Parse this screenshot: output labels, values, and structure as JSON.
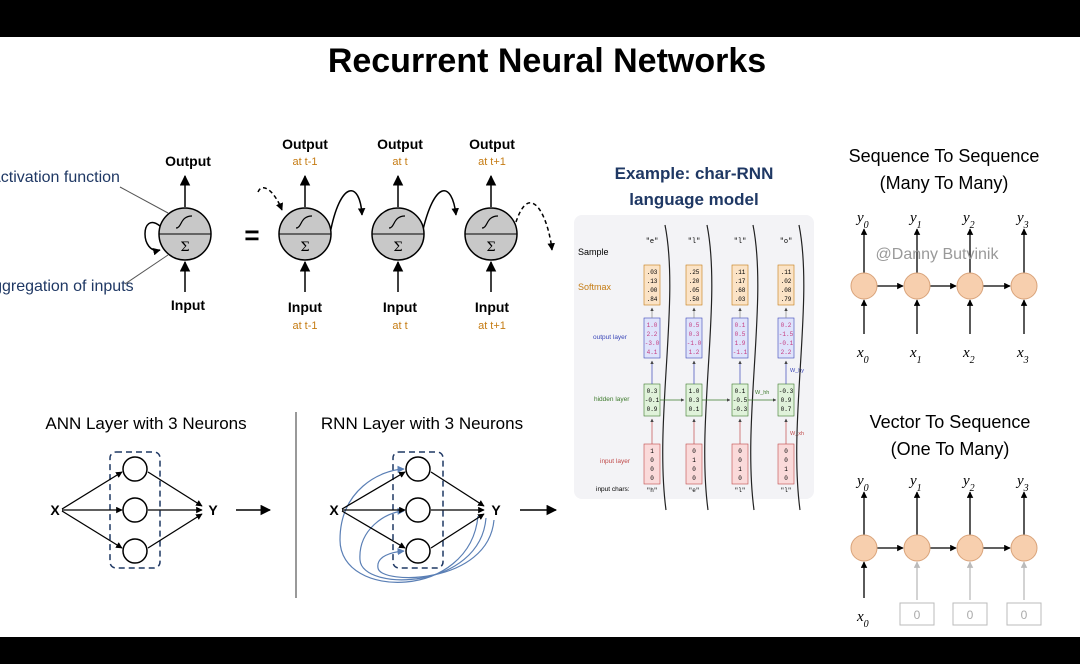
{
  "title": "Recurrent Neural Networks",
  "rnn_cell": {
    "activation_label": "Activation function",
    "aggregation_label": "Aggregation of inputs",
    "output_label": "Output",
    "input_label": "Input",
    "equals": "=",
    "sigma": "Σ",
    "unrolled": [
      {
        "output": "Output",
        "output_time": "at t-1",
        "input": "Input",
        "input_time": "at t-1"
      },
      {
        "output": "Output",
        "output_time": "at t",
        "input": "Input",
        "input_time": "at t"
      },
      {
        "output": "Output",
        "output_time": "at t+1",
        "input": "Input",
        "input_time": "at t+1"
      }
    ]
  },
  "ann_layer": {
    "title": "ANN Layer with 3 Neurons",
    "x": "X",
    "y": "Y"
  },
  "rnn_layer": {
    "title": "RNN Layer with 3 Neurons",
    "x": "X",
    "y": "Y"
  },
  "char_rnn": {
    "title_line1": "Example: char-RNN",
    "title_line2": "language model",
    "sample_label": "Sample",
    "softmax_label": "Softmax",
    "output_layer_label": "output layer",
    "hidden_layer_label": "hidden layer",
    "input_layer_label": "input layer",
    "input_chars_label": "input chars:",
    "w_hy": "W_hy",
    "w_hh": "W_hh",
    "w_xh": "W_xh",
    "columns": [
      {
        "sample": "\"e\"",
        "softmax": [
          ".03",
          ".13",
          ".00",
          ".84"
        ],
        "output": [
          "1.0",
          "2.2",
          "-3.0",
          "4.1"
        ],
        "hidden": [
          "0.3",
          "-0.1",
          "0.9"
        ],
        "input": [
          "1",
          "0",
          "0",
          "0"
        ],
        "char": "\"h\""
      },
      {
        "sample": "\"l\"",
        "softmax": [
          ".25",
          ".20",
          ".05",
          ".50"
        ],
        "output": [
          "0.5",
          "0.3",
          "-1.0",
          "1.2"
        ],
        "hidden": [
          "1.0",
          "0.3",
          "0.1"
        ],
        "input": [
          "0",
          "1",
          "0",
          "0"
        ],
        "char": "\"e\""
      },
      {
        "sample": "\"l\"",
        "softmax": [
          ".11",
          ".17",
          ".68",
          ".03"
        ],
        "output": [
          "0.1",
          "0.5",
          "1.9",
          "-1.1"
        ],
        "hidden": [
          "0.1",
          "-0.5",
          "-0.3"
        ],
        "input": [
          "0",
          "0",
          "1",
          "0"
        ],
        "char": "\"l\""
      },
      {
        "sample": "\"o\"",
        "softmax": [
          ".11",
          ".02",
          ".08",
          ".79"
        ],
        "output": [
          "0.2",
          "-1.5",
          "-0.1",
          "2.2"
        ],
        "hidden": [
          "-0.3",
          "0.9",
          "0.7"
        ],
        "input": [
          "0",
          "0",
          "1",
          "0"
        ],
        "char": "\"l\""
      }
    ]
  },
  "seq2seq": {
    "title_line1": "Sequence To Sequence",
    "title_line2": "(Many To Many)",
    "watermark": "@Danny Butvinik",
    "outputs": [
      "y0",
      "y1",
      "y2",
      "y3"
    ],
    "inputs": [
      "x0",
      "x1",
      "x2",
      "x3"
    ]
  },
  "vec2seq": {
    "title_line1": "Vector To Sequence",
    "title_line2": "(One To Many)",
    "outputs": [
      "y0",
      "y1",
      "y2",
      "y3"
    ],
    "input": "x0",
    "zeros": [
      "0",
      "0",
      "0"
    ]
  }
}
